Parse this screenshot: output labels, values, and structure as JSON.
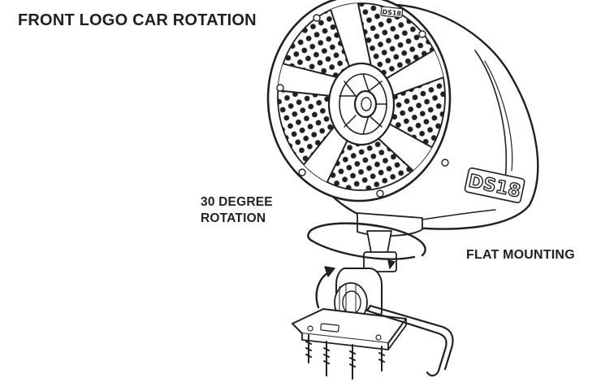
{
  "diagram": {
    "title": "FRONT LOGO CAR ROTATION",
    "rotation_label_line1": "30 DEGREE",
    "rotation_label_line2": "ROTATION",
    "mounting_label": "FLAT MOUNTING",
    "brand_mark": "DS18",
    "small_badge": "DS18",
    "ink_color": "#231f20"
  }
}
